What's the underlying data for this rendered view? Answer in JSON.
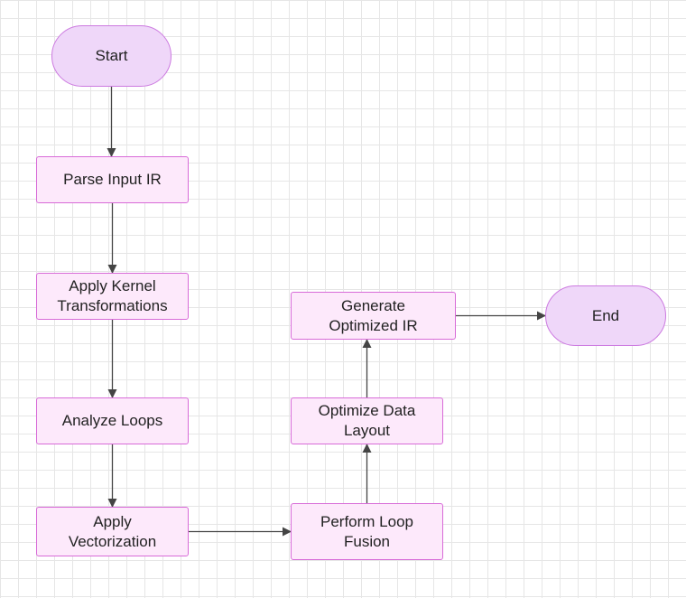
{
  "diagram": {
    "type": "flowchart",
    "colors": {
      "process_fill": "#fde9fb",
      "process_border": "#d86bd8",
      "terminal_fill": "#efd7f9",
      "terminal_border": "#cc7ae0",
      "edge": "#444444"
    },
    "nodes": {
      "start": "Start",
      "parse": "Parse Input IR",
      "kernel": "Apply Kernel\nTransformations",
      "analyze": "Analyze Loops",
      "vectorize": "Apply\nVectorization",
      "fusion": "Perform Loop\nFusion",
      "layout": "Optimize Data\nLayout",
      "generate": "Generate\nOptimized IR",
      "end": "End"
    },
    "edges": [
      {
        "from": "start",
        "to": "parse"
      },
      {
        "from": "parse",
        "to": "kernel"
      },
      {
        "from": "kernel",
        "to": "analyze"
      },
      {
        "from": "analyze",
        "to": "vectorize"
      },
      {
        "from": "vectorize",
        "to": "fusion"
      },
      {
        "from": "fusion",
        "to": "layout"
      },
      {
        "from": "layout",
        "to": "generate"
      },
      {
        "from": "generate",
        "to": "end"
      }
    ]
  }
}
